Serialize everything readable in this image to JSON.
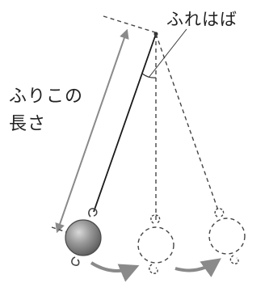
{
  "labels": {
    "amplitude": "ふれはば",
    "length_line1": "ふりこの",
    "length_line2": "長さ"
  },
  "colors": {
    "string": "#1a1a1a",
    "dashed": "#444444",
    "arrow": "#8a8a8a",
    "bob_fill": "#8c8c8c",
    "text": "#222222"
  },
  "pendulum": {
    "positions": [
      "left-extreme",
      "center",
      "right-extreme"
    ]
  }
}
